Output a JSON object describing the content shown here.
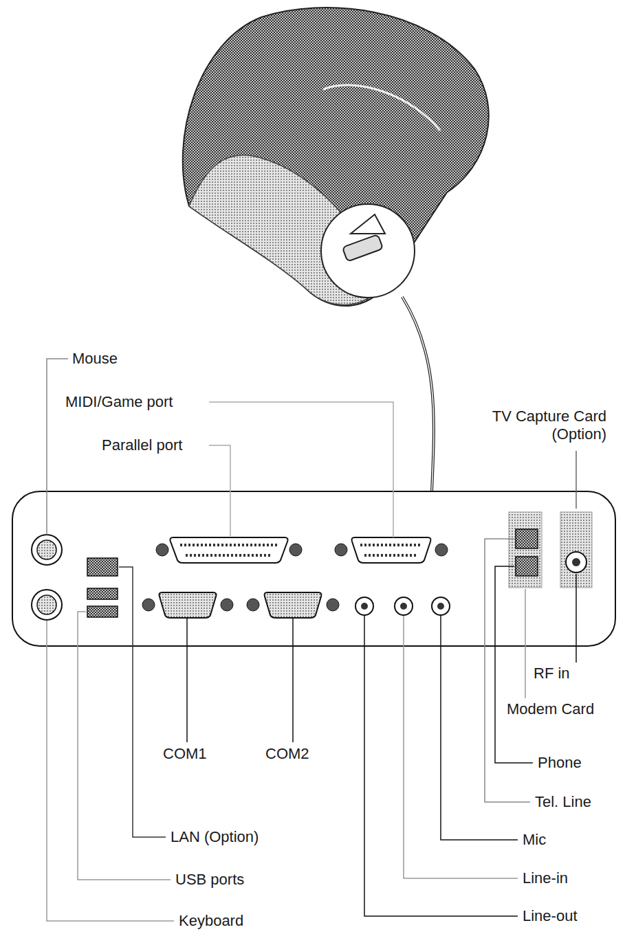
{
  "diagram": {
    "labels": [
      "Mouse",
      "MIDI/Game port",
      "TV Capture Card (Option)",
      "Parallel port",
      "RF in",
      "Modem Card",
      "COM1",
      "COM2",
      "Phone",
      "Tel. Line",
      "LAN (Option)",
      "Mic",
      "USB ports",
      "Line-in",
      "Keyboard",
      "Line-out"
    ]
  }
}
